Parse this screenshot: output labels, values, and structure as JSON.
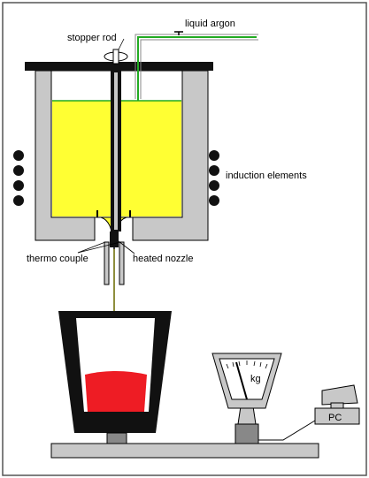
{
  "labels": {
    "stopper_rod": "stopper rod",
    "liquid_argon": "liquid argon",
    "induction_elements": "induction elements",
    "thermo_couple": "thermo couple",
    "heated_nozzle": "heated nozzle",
    "scale_unit": "kg",
    "pc": "PC"
  },
  "colors": {
    "crucible": "#c8c8c8",
    "melt": "#ffff33",
    "argon_line": "#22aa22",
    "molten_metal": "#ee1c24",
    "outline": "#000000"
  }
}
